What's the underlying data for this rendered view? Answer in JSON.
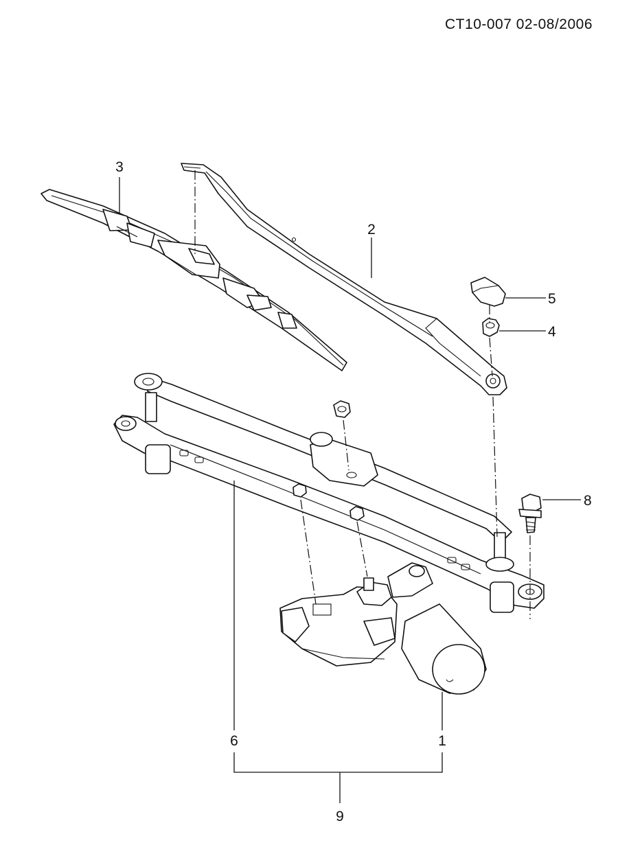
{
  "header": {
    "doc_code": "CT10-007  02-08/2006"
  },
  "callouts": {
    "p1": "1",
    "p2": "2",
    "p3": "3",
    "p4": "4",
    "p5": "5",
    "p6": "6",
    "p8": "8",
    "p9": "9"
  }
}
